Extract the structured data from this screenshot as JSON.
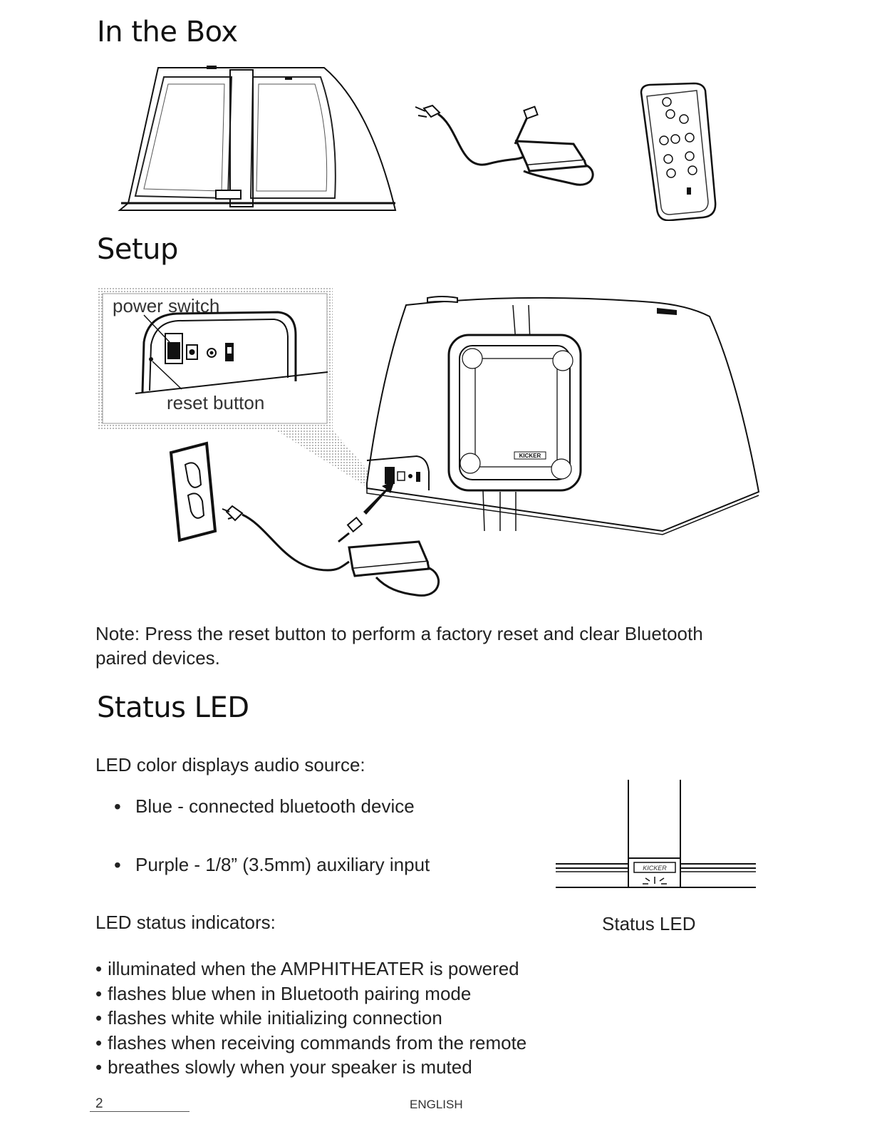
{
  "sections": {
    "in_the_box_title": "In the Box",
    "setup_title": "Setup",
    "status_led_title": "Status LED"
  },
  "setup": {
    "callout_power_switch": "power switch",
    "callout_reset_button": "reset button",
    "speaker_brand": "KICKER",
    "note": "Note: Press the reset button to perform a factory reset and clear Bluetooth paired devices."
  },
  "status_led": {
    "color_intro": "LED color displays audio source:",
    "colors": [
      "Blue - connected bluetooth device",
      "Purple - 1/8” (3.5mm) auxiliary input"
    ],
    "indicators_intro": "LED status indicators:",
    "figure_caption": "Status LED",
    "indicators": [
      "illuminated when the AMPHITHEATER is powered",
      "flashes blue when in Bluetooth pairing mode",
      "flashes white while initializing connection",
      "flashes when receiving commands from the remote",
      "breathes slowly when your speaker is muted"
    ]
  },
  "footer": {
    "page_number": "2",
    "language": "ENGLISH"
  }
}
